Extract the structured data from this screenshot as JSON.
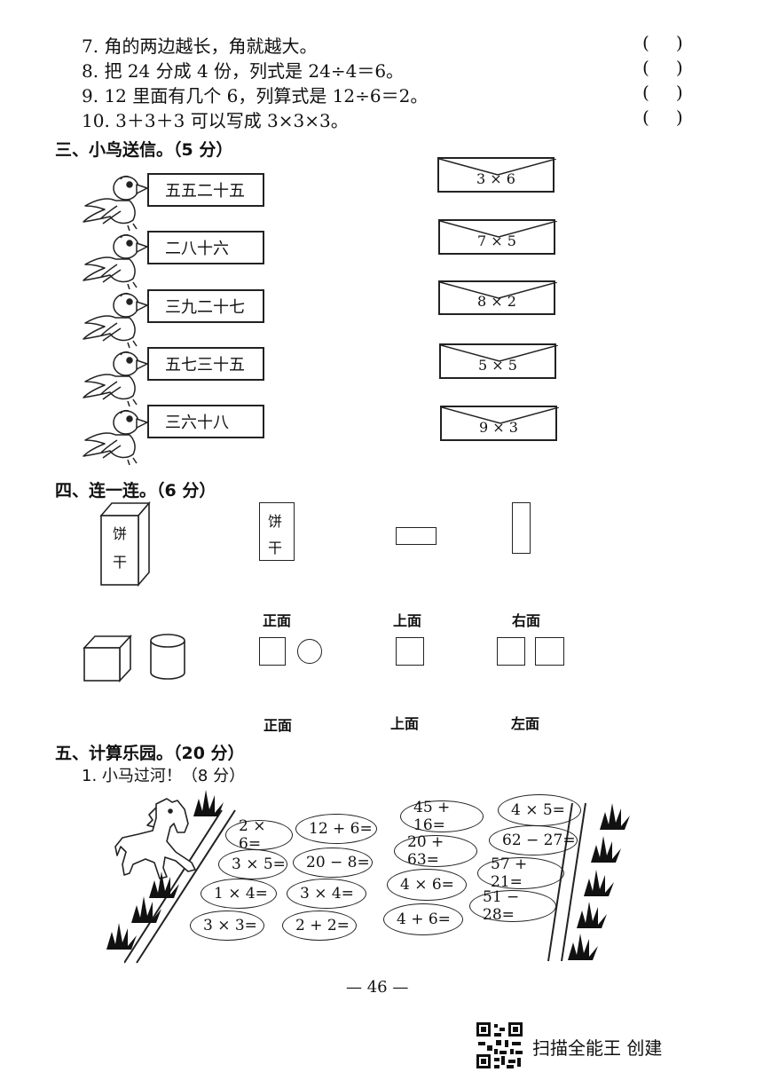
{
  "judgement": [
    {
      "text": "7. 角的两边越长，角就越大。",
      "paren_open": "(",
      "paren_close": ")"
    },
    {
      "text": "8. 把 24 分成 4 份，列式是 24÷4＝6。",
      "paren_open": "(",
      "paren_close": ")"
    },
    {
      "text": "9. 12 里面有几个 6，列算式是 12÷6＝2。",
      "paren_open": "(",
      "paren_close": ")"
    },
    {
      "text": "10. 3＋3＋3 可以写成 3×3×3。",
      "paren_open": "(",
      "paren_close": ")"
    }
  ],
  "section3": {
    "title": "三、小鸟送信。（5 分）",
    "birds": [
      "五五二十五",
      "二八十六",
      "三九二十七",
      "五七三十五",
      "三六十八"
    ],
    "envelopes": [
      "3 × 6",
      "7 × 5",
      "8 × 2",
      "5 × 5",
      "9 × 3"
    ]
  },
  "section4": {
    "title": "四、连一连。（6 分）",
    "box_char_1": "饼",
    "box_char_2": "干",
    "label_front_top": "正面",
    "label_top_top": "上面",
    "label_right_top": "右面",
    "label_front_bottom": "正面",
    "label_top_bottom": "上面",
    "label_left_bottom": "左面"
  },
  "section5": {
    "title": "五、计算乐园。（20 分）",
    "sub1": "1. 小马过河！（8 分）",
    "left_ovals": [
      "2 × 6=",
      "3 × 5=",
      "1 × 4=",
      "3 × 3="
    ],
    "left_ovals_2": [
      "12 + 6=",
      "20 − 8=",
      "3 × 4=",
      "2 + 2="
    ],
    "right_ovals_1": [
      "45 + 16=",
      "20 + 63=",
      "4 × 6=",
      "4 + 6="
    ],
    "right_ovals_2": [
      "4 × 5=",
      "62 − 27=",
      "57 + 21=",
      "51 − 28="
    ]
  },
  "footer": {
    "page_number": "— 46 —",
    "scanner_text": "扫描全能王  创建"
  }
}
